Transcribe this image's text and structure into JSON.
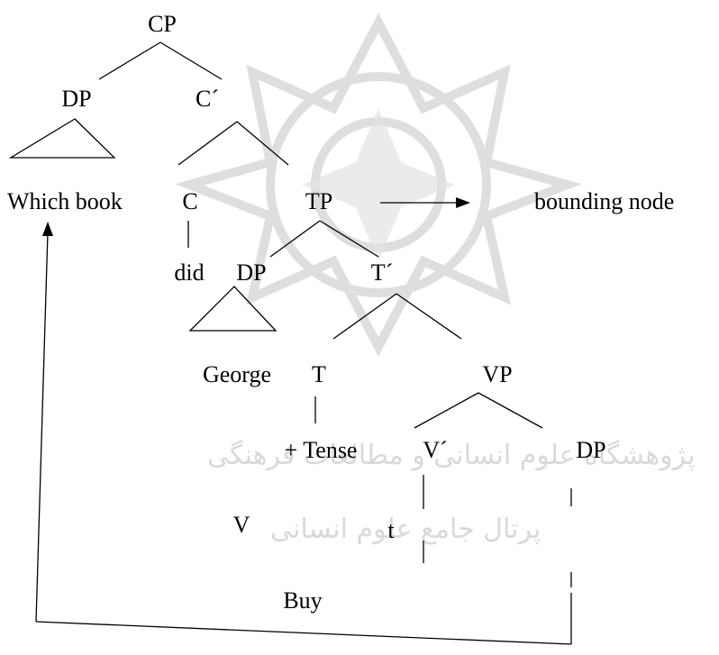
{
  "watermark": {
    "line1": "پژوهشگاه علوم انسانی و مطالعات فرهنگی",
    "line2": "پرتال جامع علوم انسانی",
    "color": "#d9d9d9"
  },
  "tree": {
    "cp": "CP",
    "dp_spec": "DP",
    "c_bar": "C´",
    "which_book": "Which book",
    "c": "C",
    "tp": "TP",
    "bounding_node": "bounding node",
    "did": "did",
    "dp_subject": "DP",
    "t_bar": "T´",
    "george": "George",
    "t": "T",
    "vp": "VP",
    "tense": "+ Tense",
    "v_bar": "V´",
    "dp_object": "DP",
    "v": "V",
    "trace": "t",
    "buy": "Buy"
  },
  "colors": {
    "ink": "#000000",
    "background": "#ffffff"
  }
}
